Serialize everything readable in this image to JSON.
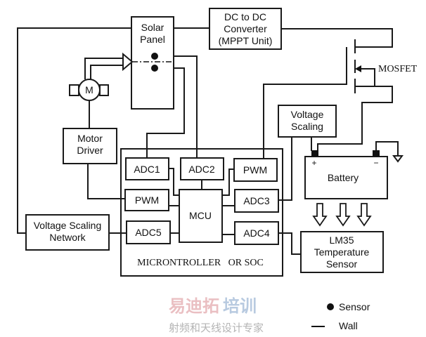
{
  "blocks": {
    "solar_panel": [
      "Solar",
      "Panel"
    ],
    "dc_converter": [
      "DC to DC",
      "Converter",
      "(MPPT Unit)"
    ],
    "mosfet": "MOSFET",
    "voltage_scaling": [
      "Voltage",
      "Scaling"
    ],
    "battery": "Battery",
    "battery_plus": "+",
    "battery_minus": "−",
    "motor": "M",
    "motor_driver": [
      "Motor",
      "Driver"
    ],
    "voltage_scaling_network": [
      "Voltage Scaling",
      "Network"
    ],
    "lm35": [
      "LM35",
      "Temperature",
      "Sensor"
    ],
    "micro": {
      "label": "MICRONTROLLER   OR SOC",
      "adc1": "ADC1",
      "adc2": "ADC2",
      "pwm_top": "PWM",
      "pwm_left": "PWM",
      "mcu": "MCU",
      "adc3": "ADC3",
      "adc5": "ADC5",
      "adc4": "ADC4"
    }
  },
  "legend": {
    "sensor": "Sensor",
    "wall": "Wall"
  },
  "watermark": {
    "line1a": "易迪拓",
    "line1b": "培训",
    "line2": "射频和天线设计专家"
  }
}
